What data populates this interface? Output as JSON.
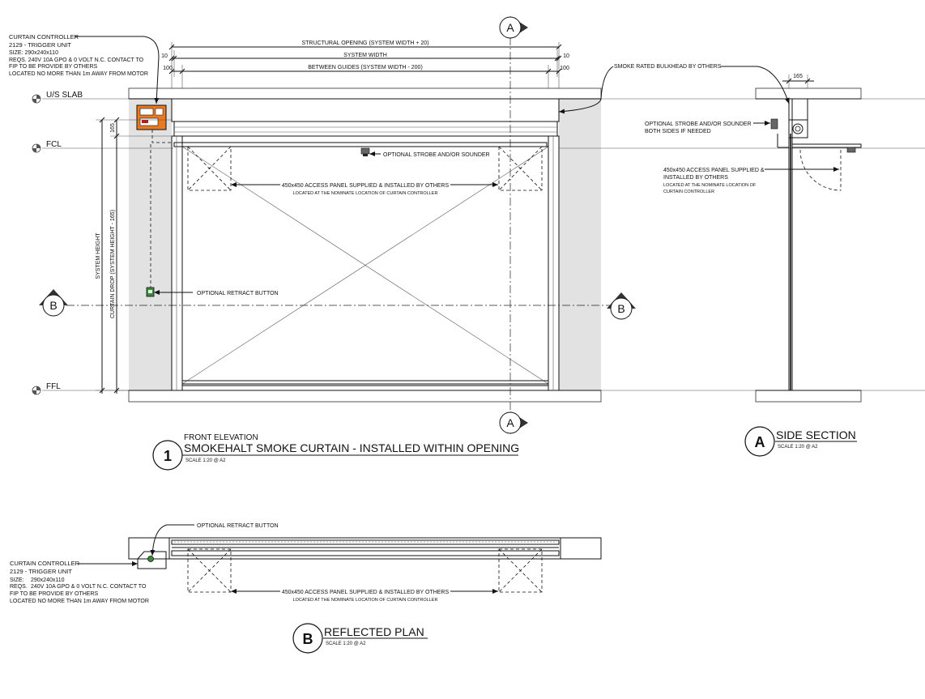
{
  "levels": {
    "us_slab": "U/S SLAB",
    "fcl": "FCL",
    "ffl": "FFL"
  },
  "dimensions": {
    "structural_opening": "STRUCTURAL OPENING (SYSTEM WIDTH + 20)",
    "system_width": "SYSTEM WIDTH",
    "between_guides": "BETWEEN GUIDES (SYSTEM WIDTH - 200)",
    "ten_left_a": "10",
    "ten_right": "10",
    "hundred_left": "100",
    "hundred_right": "100",
    "dim_165_front": "165",
    "dim_165_side": "165",
    "system_height": "SYSTEM HEIGHT",
    "curtain_drop": "CURTAIN DROP (SYSTEM HEIGHT - 165)"
  },
  "notes": {
    "controller": [
      "CURTAIN CONTROLLER",
      "2129 - TRIGGER UNIT",
      "SIZE: 290x240x110",
      "REQS. 240V 10A GPO & 0 VOLT N.C. CONTACT TO",
      "FIP TO BE PROVIDE BY OTHERS",
      "LOCATED NO MORE THAN 1m AWAY FROM MOTOR"
    ],
    "strobe_front": "OPTIONAL STROBE AND/OR SOUNDER",
    "access_panel": "450x450 ACCESS PANEL SUPPLIED & INSTALLED BY OTHERS",
    "access_panel_sub": "LOCATED AT THE NOMINATE LOCATION OF CURTAIN CONTROLLER",
    "retract_button": "OPTIONAL RETRACT BUTTON",
    "bulkhead": "SMOKE RATED BULKHEAD BY OTHERS",
    "strobe_side": [
      "OPTIONAL STROBE AND/OR SOUNDER",
      "BOTH SIDES IF NEEDED"
    ],
    "access_panel_side": [
      "450x450 ACCESS PANEL SUPPLIED &",
      "INSTALLED BY OTHERS"
    ],
    "access_panel_side_sub": [
      "LOCATED AT THE NOMINATE LOCATION OF",
      "CURTAIN CONTROLLER"
    ],
    "retract_button_plan": "OPTIONAL RETRACT BUTTON",
    "controller_plan": [
      "CURTAIN CONTROLLER",
      "2129 - TRIGGER UNIT"
    ],
    "controller_plan_size_label": "SIZE:",
    "controller_plan_size_value": "290x240x110",
    "controller_plan_reqs_label": "REQS.",
    "controller_plan_reqs_value": "240V 10A GPO & 0 VOLT N.C. CONTACT TO",
    "controller_plan_extra": [
      "FIP TO BE PROVIDE BY OTHERS",
      "LOCATED NO MORE THAN 1m AWAY FROM MOTOR"
    ],
    "access_panel_plan": "450x450 ACCESS PANEL SUPPLIED & INSTALLED BY OTHERS",
    "access_panel_plan_sub": "LOCATED AT THE NOMINATE LOCATION OF CURTAIN CONTROLLER"
  },
  "section_markers": {
    "a": "A",
    "b": "B"
  },
  "titles": {
    "front": {
      "number": "1",
      "caption": "FRONT ELEVATION",
      "title": "SMOKEHALT SMOKE CURTAIN - INSTALLED WITHIN OPENING",
      "scale": "SCALE 1:20 @ A2"
    },
    "side": {
      "number": "A",
      "title": "SIDE SECTION",
      "scale": "SCALE 1:20 @ A2"
    },
    "plan": {
      "number": "B",
      "title": "REFLECTED PLAN",
      "scale": "SCALE 1:20 @ A2"
    }
  }
}
